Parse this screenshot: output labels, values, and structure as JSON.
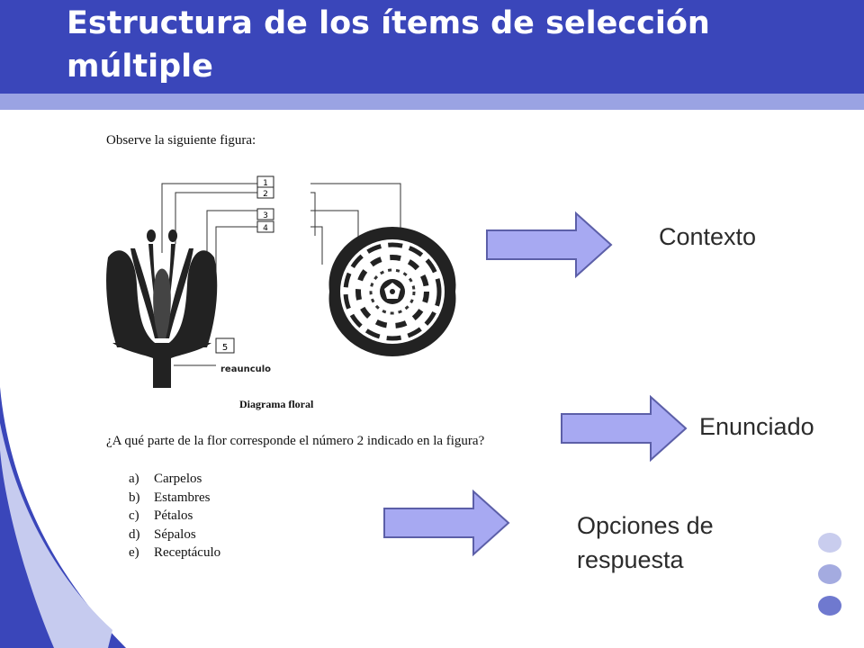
{
  "slide": {
    "title": "Estructura de los ítems de selección múltiple"
  },
  "figure": {
    "prompt": "Observe la siguiente figura:",
    "callouts": [
      "1",
      "2",
      "3",
      "4",
      "5"
    ],
    "side_label": "reaunculo",
    "caption": "Diagrama floral",
    "question": "¿A qué parte de la flor corresponde el número 2 indicado en la figura?",
    "options": [
      {
        "letter": "a)",
        "text": "Carpelos"
      },
      {
        "letter": "b)",
        "text": "Estambres"
      },
      {
        "letter": "c)",
        "text": "Pétalos"
      },
      {
        "letter": "d)",
        "text": "Sépalos"
      },
      {
        "letter": "e)",
        "text": "Receptáculo"
      }
    ]
  },
  "labels": {
    "context": "Contexto",
    "stem": "Enunciado",
    "options": "Opciones de respuesta"
  },
  "colors": {
    "title_bar": "#3a46ba",
    "title_stripe": "#9aa3e3",
    "arrow_fill": "#a7a9f2",
    "arrow_stroke": "#5c5fa8",
    "dots": [
      "#c9cdee",
      "#a4abe0",
      "#6f79cf"
    ]
  }
}
